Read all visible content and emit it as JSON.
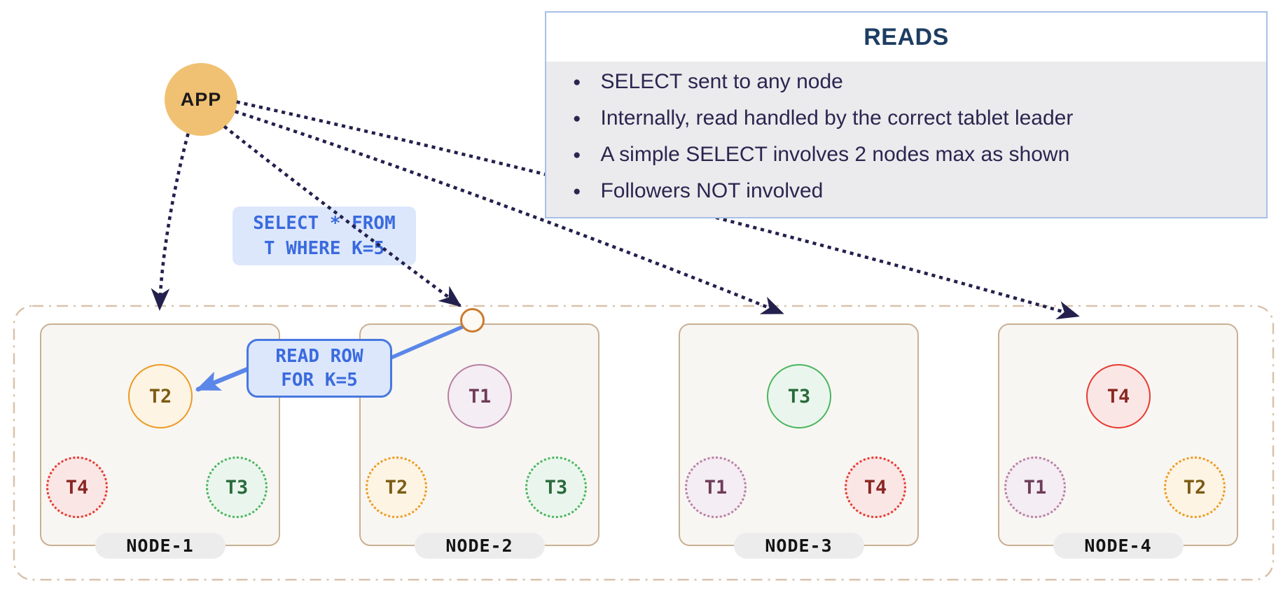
{
  "app": {
    "label": "APP"
  },
  "query_label": {
    "line1": "SELECT * FROM",
    "line2": "T WHERE K=5"
  },
  "read_row_label": {
    "line1": "READ ROW",
    "line2": "FOR K=5"
  },
  "reads_panel": {
    "title": "READS",
    "bullet_glyph": "●",
    "bullets": [
      "SELECT sent to any node",
      "Internally, read handled by the correct tablet leader",
      "A simple SELECT involves 2 nodes max as shown",
      "Followers NOT involved"
    ]
  },
  "nodes": [
    {
      "label": "NODE-1",
      "leader": {
        "id": "T2"
      },
      "followers": [
        {
          "id": "T4"
        },
        {
          "id": "T3"
        }
      ]
    },
    {
      "label": "NODE-2",
      "leader": {
        "id": "T1"
      },
      "followers": [
        {
          "id": "T2"
        },
        {
          "id": "T3"
        }
      ]
    },
    {
      "label": "NODE-3",
      "leader": {
        "id": "T3"
      },
      "followers": [
        {
          "id": "T1"
        },
        {
          "id": "T4"
        }
      ]
    },
    {
      "label": "NODE-4",
      "leader": {
        "id": "T4"
      },
      "followers": [
        {
          "id": "T1"
        },
        {
          "id": "T2"
        }
      ]
    }
  ],
  "colors": {
    "app_fill": "#f0c172",
    "dotted_arrow": "#23204d",
    "blue_border": "#4878e0",
    "blue_arrow": "#5b87e8",
    "blue_label_bg": "#dce7fc",
    "blue_label_text": "#3a6ade",
    "panel_border": "#a8c0e8",
    "panel_body_bg": "#ebebed",
    "panel_title_text": "#1d3d62",
    "panel_bullet_text": "#2b2550",
    "cluster_border": "#d9c2ab",
    "node_border": "#c9b094",
    "node_bg": "#f8f6f2",
    "node_pill_bg": "#ececec",
    "hint_circle_border": "#cb7b2e",
    "t1": {
      "border": "#b87fa4",
      "fill": "#f4edf3",
      "text": "#6e3c59"
    },
    "t2": {
      "border": "#eb9a23",
      "fill": "#fdf4e3",
      "text": "#7c5b13"
    },
    "t3": {
      "border": "#4ab45e",
      "fill": "#eaf6ed",
      "text": "#2a6b3c"
    },
    "t4": {
      "border": "#e63a30",
      "fill": "#fbe6e6",
      "text": "#8a2721"
    }
  }
}
